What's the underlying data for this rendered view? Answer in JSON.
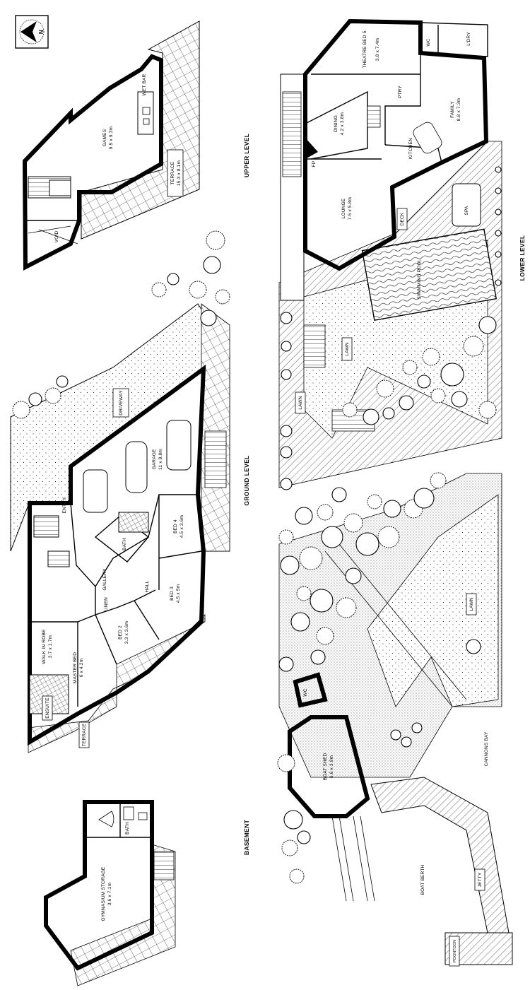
{
  "compass": {
    "letter": "N",
    "icon": "north-arrow-icon"
  },
  "levels": {
    "upper": "UPPER LEVEL",
    "ground": "GROUND LEVEL",
    "lower": "LOWER LEVEL",
    "basement": "BASEMENT"
  },
  "upper_level": {
    "games": {
      "name": "GAMES",
      "size": "9.5 x 9.3m"
    },
    "wet_bar": "WET BAR",
    "terrace": {
      "name": "TERRACE",
      "size": "15.3 x 8.1m"
    },
    "void": "VOID"
  },
  "ground_level": {
    "driveway": "DRIVEWAY",
    "garage": {
      "name": "GARAGE",
      "size": "11 x 8.8m"
    },
    "entry": "ENTRY",
    "bed4": {
      "name": "BED 4",
      "size": "4.5 x 3.6m"
    },
    "bath": "BATH",
    "gallery": "GALLERY",
    "hall": "HALL",
    "bed3": {
      "name": "BED 3",
      "size": "4.5 x 5m"
    },
    "bed2": {
      "name": "BED 2",
      "size": "3.3 x 3.6m"
    },
    "linen": "LINEN",
    "walk_in_robe": {
      "name": "WALK IN ROBE",
      "size": "3.7 x 1.7m"
    },
    "master_bed": {
      "name": "MASTER BED",
      "size": "6 x 4.2m"
    },
    "ensuite": "ENSUITE",
    "terrace": "TERRACE"
  },
  "lower_level": {
    "theatre": {
      "name": "THEATRE BED 5",
      "size": "3.8 x 7.4m"
    },
    "ldry": "L'DRY",
    "wc": "WC",
    "ptry": "PTRY",
    "dining": {
      "name": "DINING",
      "size": "4.2 x 3.8m"
    },
    "family": {
      "name": "FAMILY",
      "size": "8.8 x 7.3m"
    },
    "kitchen": "KITCHEN",
    "lounge": {
      "name": "LOUNGE",
      "size": "7.5 x 5.8m"
    },
    "deck": "DECK",
    "spa": "SPA",
    "swimming_pool": "SWIMMING POOL",
    "lawn": "LAWN",
    "lawn2": "LAWN",
    "fp": "FP"
  },
  "basement": {
    "gymnasium": {
      "name": "GYMNASIUM STORAGE",
      "size": "3.6 x 7.1m"
    },
    "bath": "BATH"
  },
  "waterfront": {
    "boat_shed": {
      "name": "BOAT SHED",
      "size": "6.6 x 3.9m"
    },
    "wc": "WC",
    "lawn": "LAWN",
    "cannons_bay": "CANNONS BAY",
    "jetty": "JETTY",
    "boat_berth": "BOAT BERTH",
    "pontoon": "POONTOON"
  }
}
